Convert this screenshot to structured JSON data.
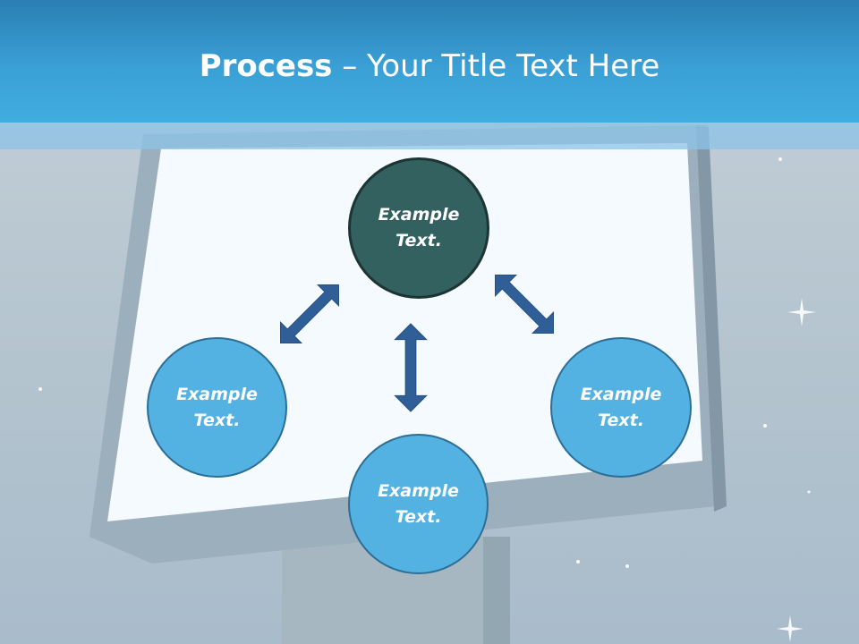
{
  "title": {
    "bold": "Process",
    "rest": " – Your Title Text Here"
  },
  "nodes": {
    "top": "Example\nText.",
    "left": "Example\nText.",
    "bottom": "Example\nText.",
    "right": "Example\nText."
  },
  "colors": {
    "header": "#3aa0d6",
    "center_node": "#33615f",
    "outer_node": "#53b2e1",
    "arrow": "#2f5f96"
  }
}
